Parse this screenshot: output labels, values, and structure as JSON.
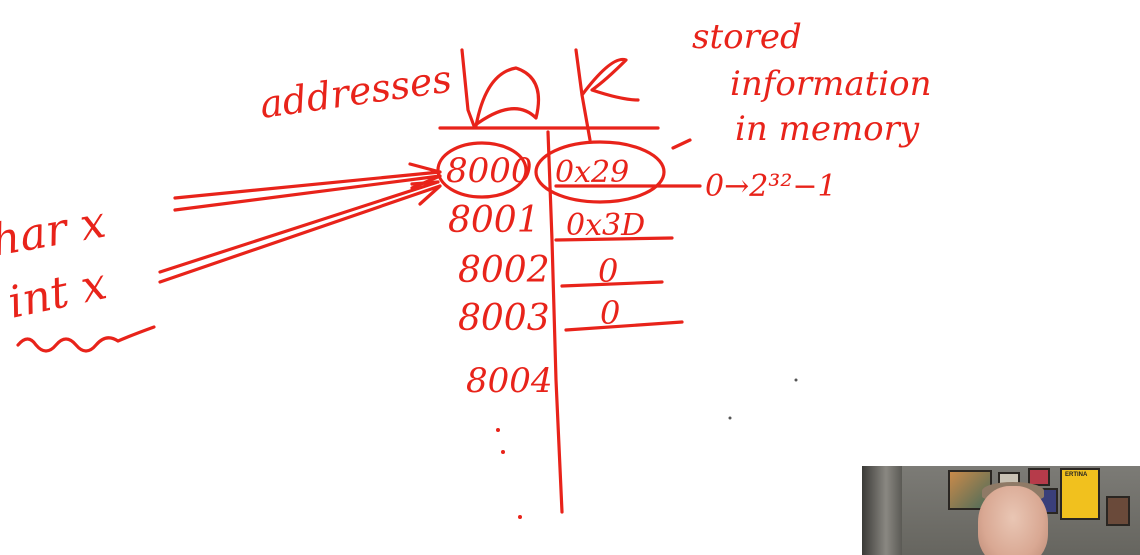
{
  "colors": {
    "ink": "#e8231a"
  },
  "labels": {
    "addresses": "addresses",
    "stored_line1": "stored",
    "stored_line2": "information",
    "stored_line3": "in memory",
    "range": "0→2³²−1",
    "char_x": "char x",
    "int_x": "int x"
  },
  "memory": {
    "addresses": [
      "8000",
      "8001",
      "8002",
      "8003",
      "8004"
    ],
    "values": [
      "0x29",
      "0x3D",
      "0",
      "0"
    ]
  },
  "webcam": {
    "poster_text": "ERTINA"
  }
}
